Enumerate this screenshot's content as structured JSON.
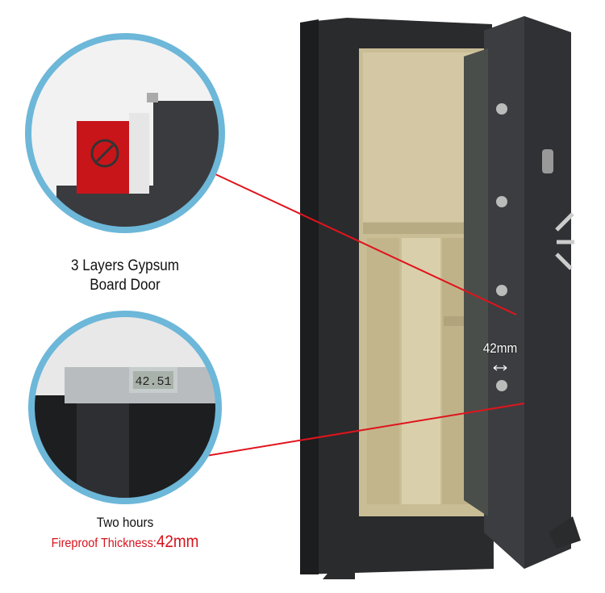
{
  "callout_top": {
    "line1": "3 Layers Gypsum",
    "line2": "Board Door"
  },
  "callout_bottom": {
    "line1": "Two hours",
    "label": "Fireproof Thickness:",
    "value": "42mm"
  },
  "measurement": "42mm",
  "caliper_reading": "42.51",
  "colors": {
    "ring": "#6db7d9",
    "arrow": "#e0141c",
    "safe": "#2b2c2e",
    "interior": "#cbbf97"
  }
}
